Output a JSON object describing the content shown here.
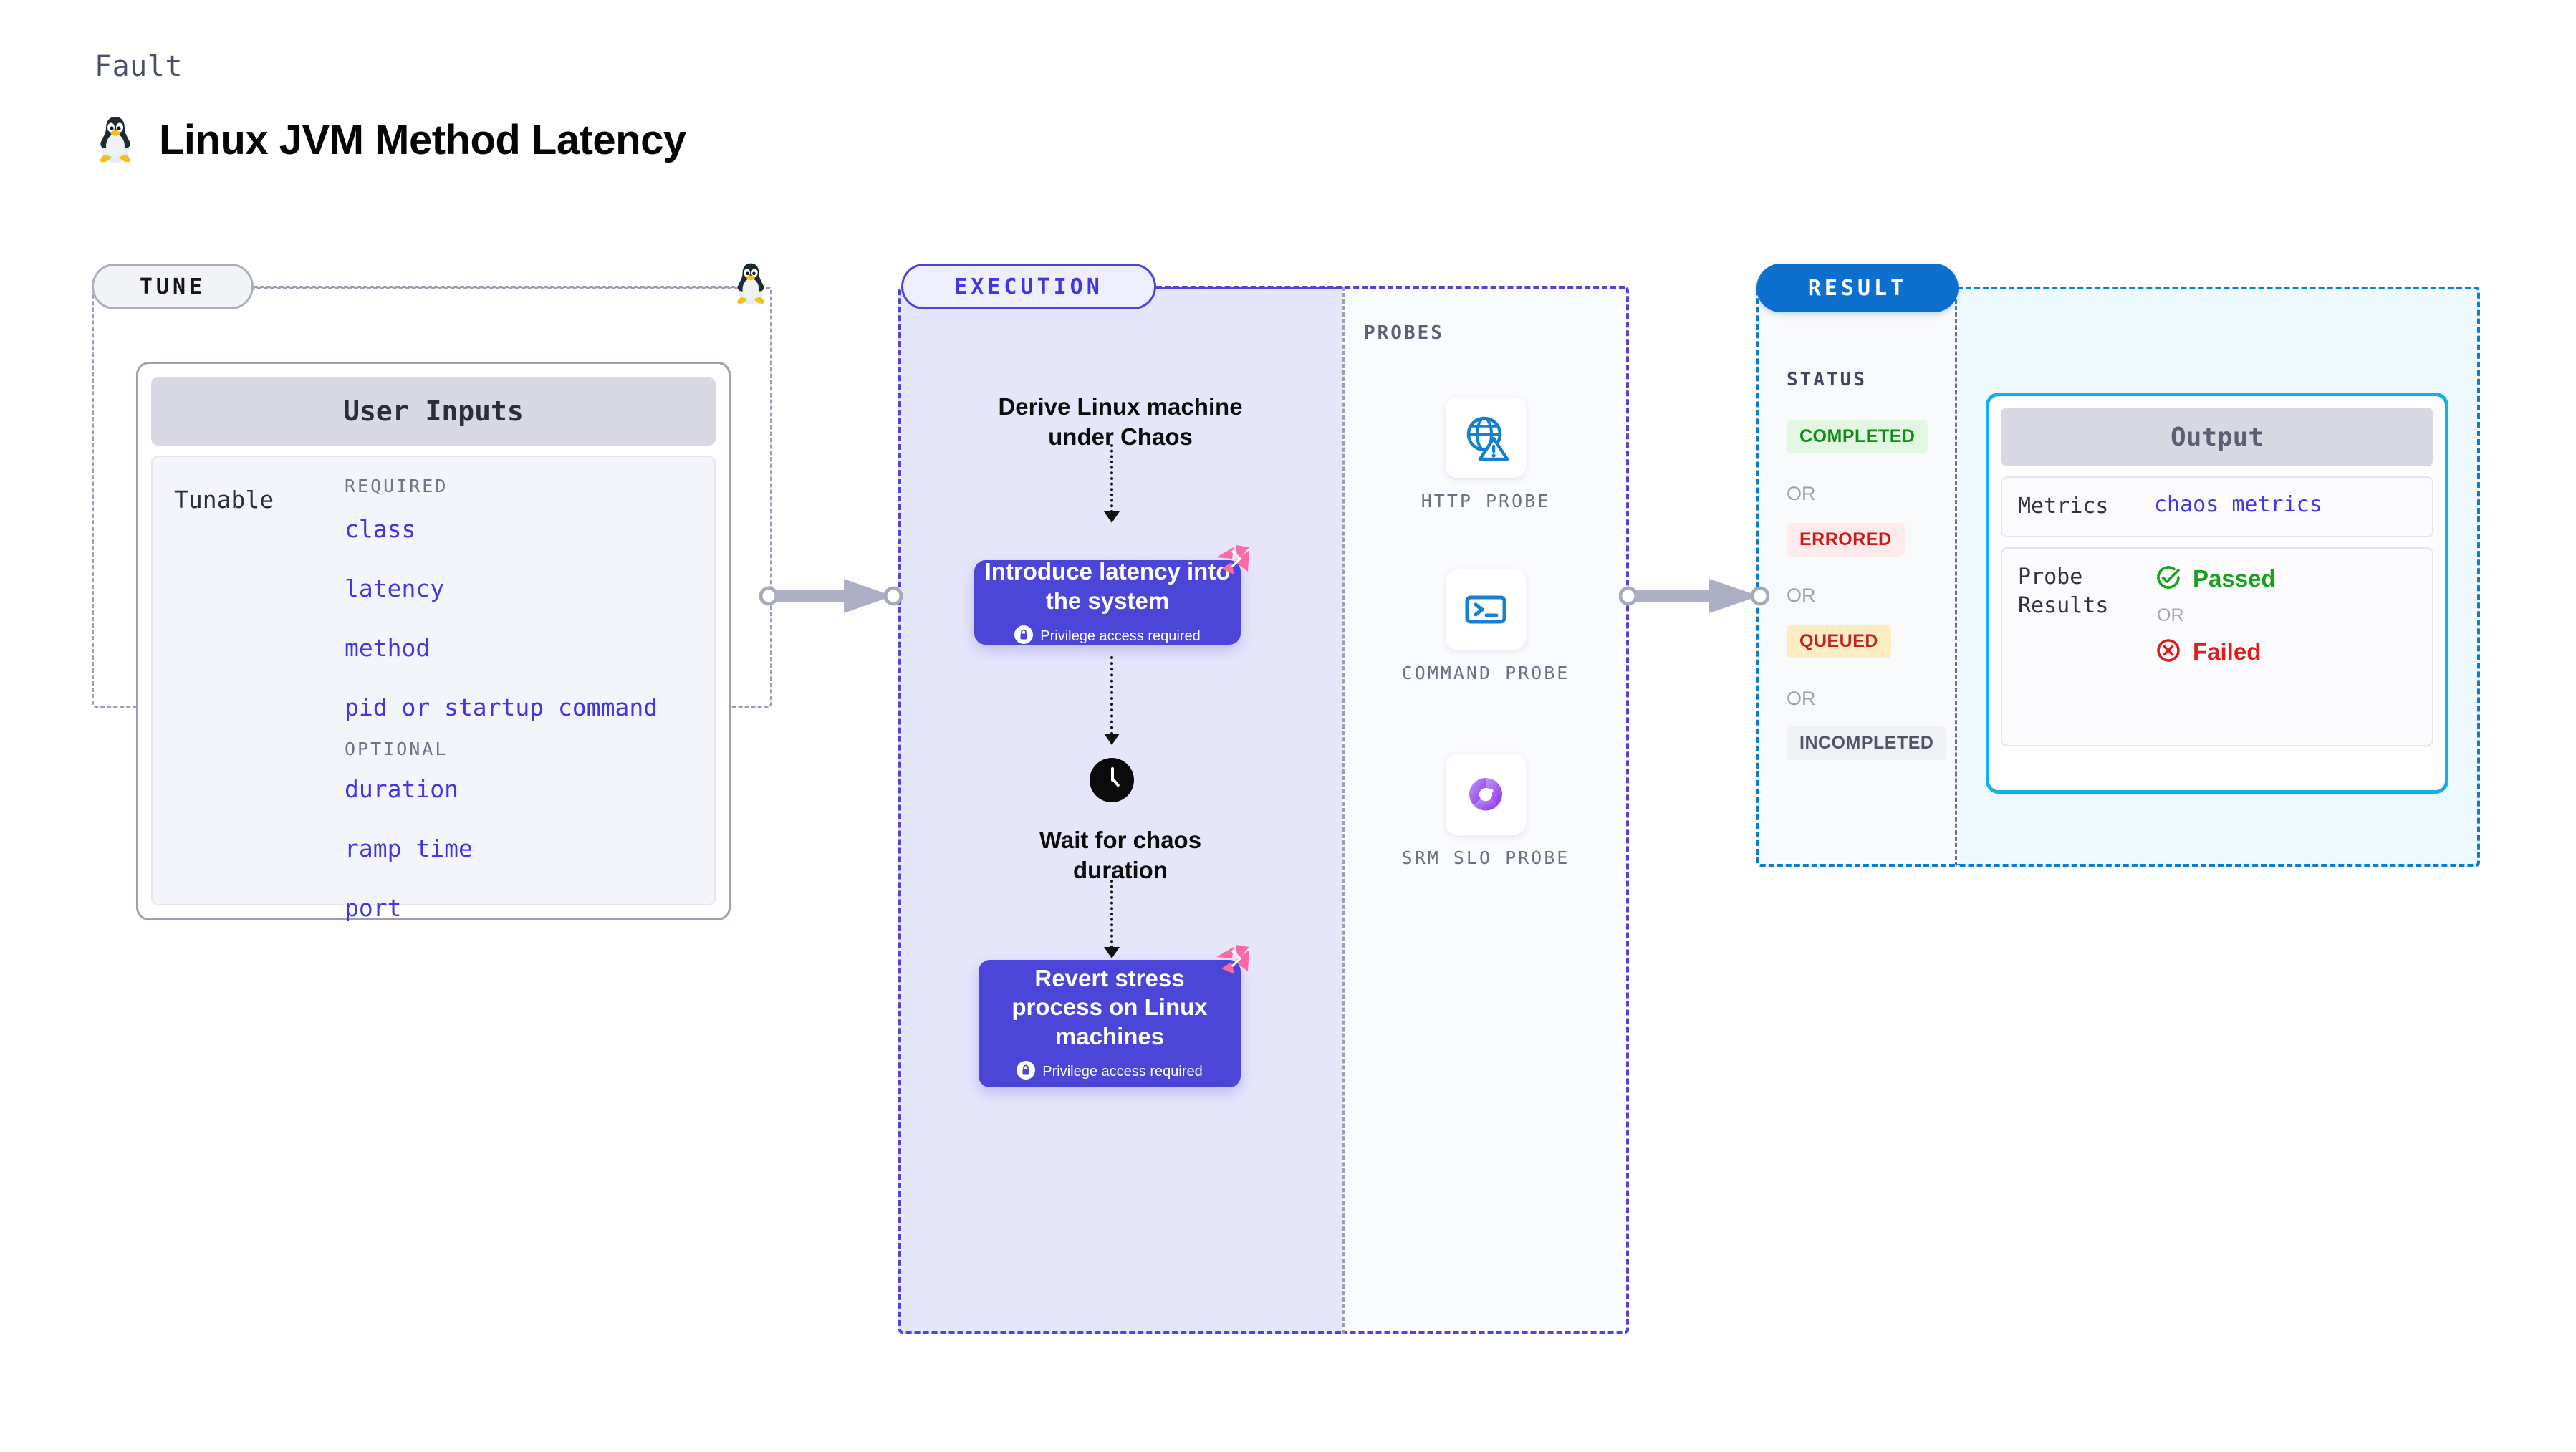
{
  "header": {
    "kicker": "Fault",
    "title": "Linux JVM Method Latency",
    "icon": "linux-penguin-icon"
  },
  "tune": {
    "pill_label": "TUNE",
    "icon": "linux-penguin-icon",
    "card": {
      "title": "User Inputs",
      "row_label": "Tunable",
      "groups": [
        {
          "label": "REQUIRED",
          "items": [
            "class",
            "latency",
            "method",
            "pid or startup command"
          ]
        },
        {
          "label": "OPTIONAL",
          "items": [
            "duration",
            "ramp time",
            "port"
          ]
        }
      ]
    }
  },
  "execution": {
    "pill_label": "EXECUTION",
    "steps": [
      {
        "type": "label",
        "text": "Derive Linux machine under Chaos"
      },
      {
        "type": "action",
        "text": "Introduce latency into the system",
        "privilege_note": "Privilege access required",
        "icon": "lock-icon",
        "badge_icon": "harness-logo-icon"
      },
      {
        "type": "wait",
        "text": "Wait for chaos duration",
        "icon": "clock-icon"
      },
      {
        "type": "action",
        "text": "Revert stress process on Linux machines",
        "privilege_note": "Privilege access required",
        "icon": "lock-icon",
        "badge_icon": "harness-logo-icon"
      }
    ]
  },
  "probes": {
    "title": "PROBES",
    "items": [
      {
        "label": "HTTP PROBE",
        "icon": "globe-warning-icon"
      },
      {
        "label": "COMMAND PROBE",
        "icon": "terminal-icon"
      },
      {
        "label": "SRM SLO PROBE",
        "icon": "srm-slo-donut-icon"
      }
    ]
  },
  "result": {
    "pill_label": "RESULT",
    "status_title": "STATUS",
    "or_label": "OR",
    "statuses": [
      {
        "label": "COMPLETED",
        "fg": "#128a18",
        "bg": "#e1f7e2"
      },
      {
        "label": "ERRORED",
        "fg": "#cf1818",
        "bg": "#fdeaea"
      },
      {
        "label": "QUEUED",
        "fg": "#c22222",
        "bg": "#fcecc2"
      },
      {
        "label": "INCOMPLETED",
        "fg": "#4f5569",
        "bg": "#f0f1f6"
      }
    ],
    "output": {
      "title": "Output",
      "rows": [
        {
          "key": "Metrics",
          "value": "chaos metrics"
        }
      ],
      "probe_results": {
        "key": "Probe Results",
        "passed_label": "Passed",
        "failed_label": "Failed",
        "or_label": "OR",
        "passed_icon": "check-circle-icon",
        "failed_icon": "x-circle-icon"
      }
    }
  },
  "connectors": {
    "arrow_icon": "right-arrow-connector"
  },
  "colors": {
    "accent_purple": "#4b45d8",
    "accent_blue": "#0d6fce",
    "accent_cyan": "#14b0e8",
    "tunable_link": "#4136e0",
    "harness_pink": "#fb6ba3"
  }
}
